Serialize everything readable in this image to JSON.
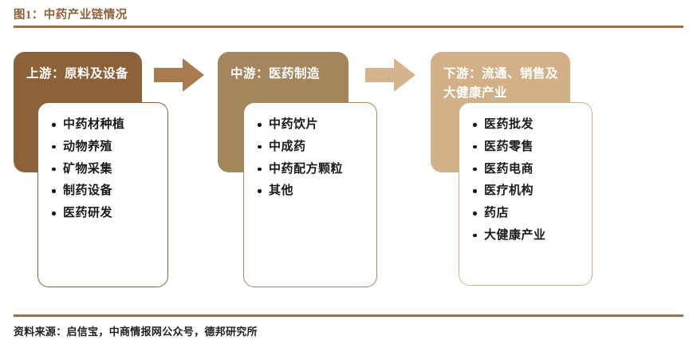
{
  "figure": {
    "title": "图1：中药产业链情况",
    "source": "资料来源：启信宝，中商情报网公众号，德邦研究所",
    "title_color": "#8C6239",
    "rule_color": "#9A714A"
  },
  "stages": [
    {
      "header": "上游：原料及设备",
      "color": "#8C6239",
      "items": [
        "中药材种植",
        "动物养殖",
        "矿物采集",
        "制药设备",
        "医药研发"
      ]
    },
    {
      "header": "中游：医药制造",
      "color": "#A4865C",
      "items": [
        "中药饮片",
        "中成药",
        "中药配方颗粒",
        "其他"
      ]
    },
    {
      "header": "下游：流通、销售及大健康产业",
      "color": "#D2B189",
      "items": [
        "医药批发",
        "医药零售",
        "医药电商",
        "医疗机构",
        "药店",
        "大健康产业"
      ]
    }
  ],
  "arrows": [
    {
      "name": "arrow-upstream-to-midstream",
      "color": "#A87C4E"
    },
    {
      "name": "arrow-midstream-to-downstream",
      "color": "#D6B58E"
    }
  ]
}
